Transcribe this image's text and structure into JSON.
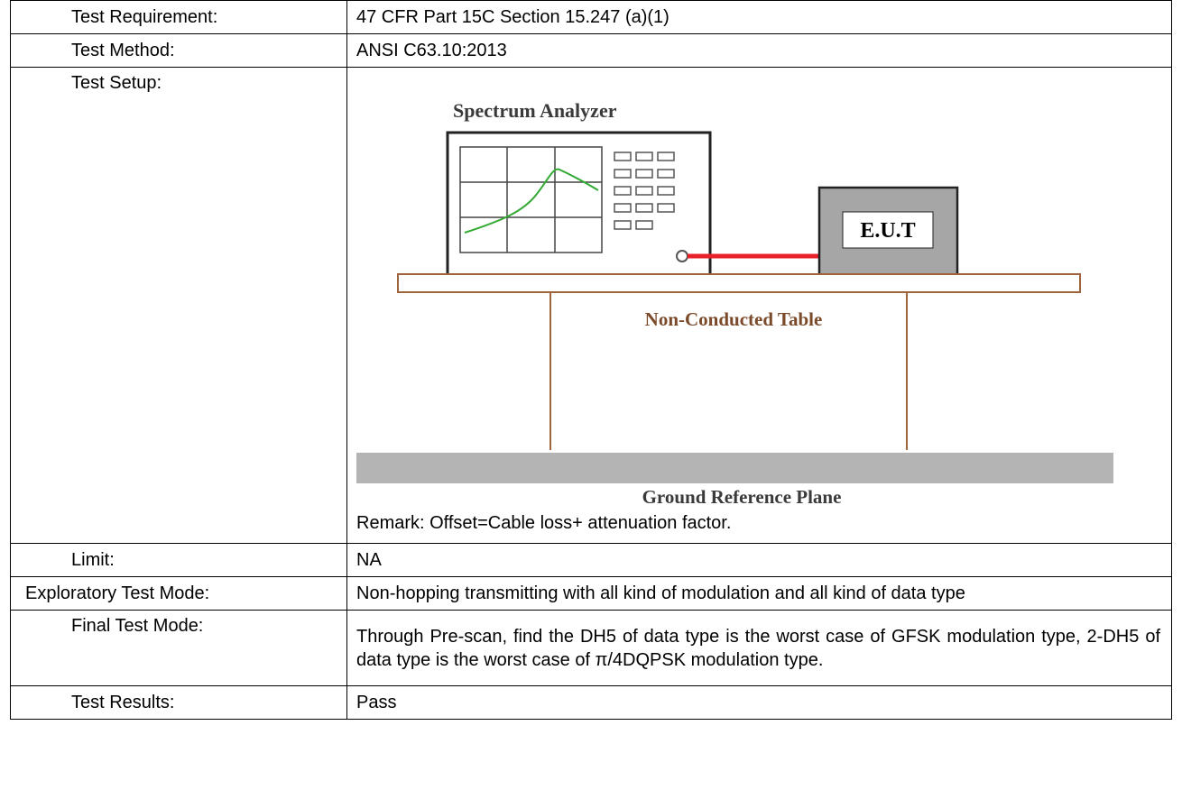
{
  "rows": {
    "requirement": {
      "label": "Test Requirement:",
      "value": "47 CFR Part 15C Section 15.247 (a)(1)"
    },
    "method": {
      "label": "Test Method:",
      "value": "ANSI C63.10:2013"
    },
    "setup": {
      "label": "Test Setup:",
      "diagram": {
        "analyzer_label": "Spectrum Analyzer",
        "eut_label": "E.U.T",
        "table_label": "Non-Conducted Table",
        "ground_label": "Ground Reference Plane",
        "cable_color": "#e8202a",
        "table_color": "#a0643c",
        "ground_color": "#b4b4b4",
        "eut_fill": "#a6a6a6",
        "trace_color": "#33aa33"
      },
      "remark": "Remark: Offset=Cable loss+ attenuation factor."
    },
    "limit": {
      "label": "Limit:",
      "value": "NA"
    },
    "exploratory": {
      "label": "Exploratory Test Mode:",
      "value": "Non-hopping transmitting with all kind of modulation and all kind of data type"
    },
    "final": {
      "label": "Final Test Mode:",
      "value": "Through Pre-scan, find the DH5 of data type is the worst case of GFSK modulation type, 2-DH5 of data type is the worst case of π/4DQPSK modulation type."
    },
    "results": {
      "label": "Test Results:",
      "value": "Pass"
    }
  }
}
